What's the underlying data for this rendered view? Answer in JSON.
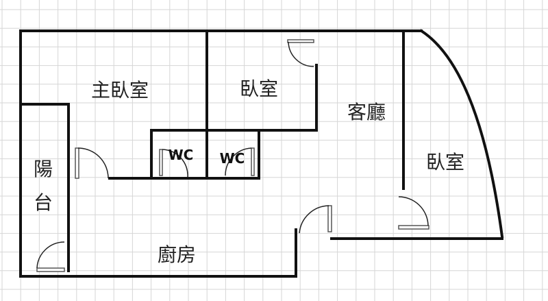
{
  "rooms": {
    "master_bedroom": "主臥室",
    "bedroom_top": "臥室",
    "living_room": "客廳",
    "bedroom_right": "臥室",
    "balcony_1": "陽",
    "balcony_2": "台",
    "kitchen": "廚房",
    "wc_1": "WC",
    "wc_2": "WC"
  }
}
